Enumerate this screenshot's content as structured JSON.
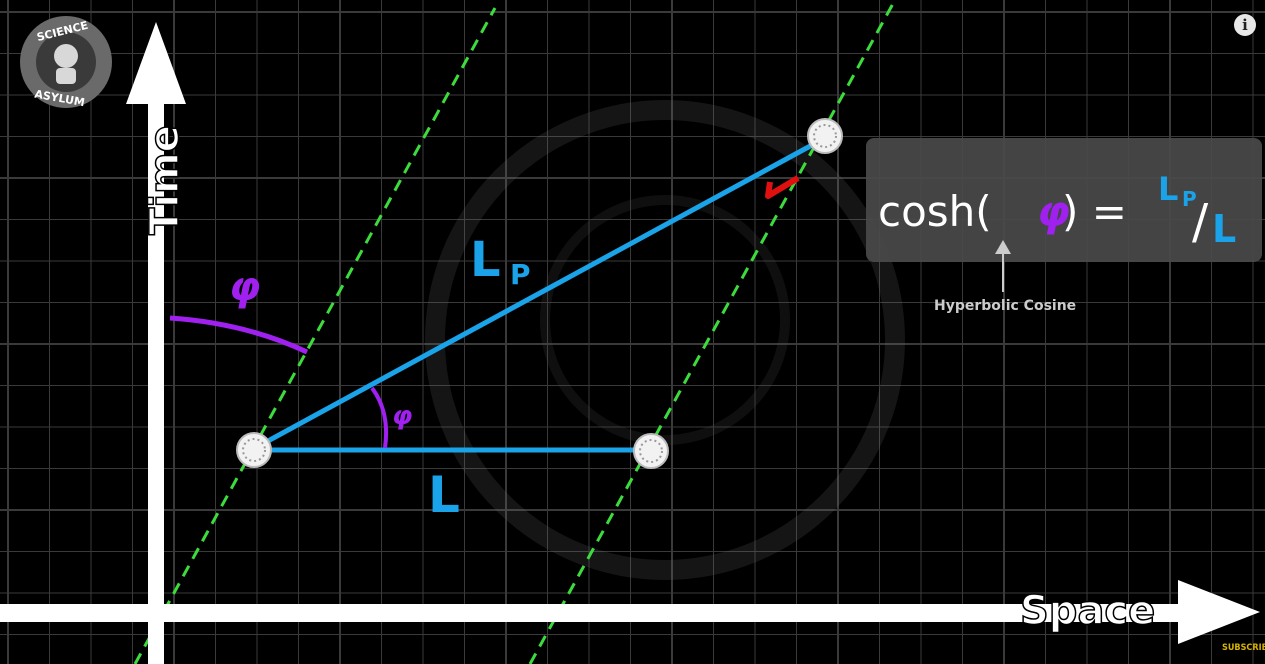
{
  "axes": {
    "time_label": "Time",
    "space_label": "Space"
  },
  "logo": {
    "line1": "SCIENCE",
    "line2": "ASYLUM"
  },
  "angle_symbol": "φ",
  "lengths": {
    "proper_main": "L",
    "proper_sub": "P",
    "contracted": "L"
  },
  "formula": {
    "prefix": "cosh(",
    "phi": "φ",
    "suffix": ") =",
    "num_main": "L",
    "num_sub": "P",
    "slash": "/",
    "den": "L",
    "annotation": "Hyperbolic Cosine"
  },
  "ui": {
    "info": "i",
    "subscribe": "SUBSCRIBE"
  },
  "colors": {
    "background": "#000000",
    "grid": "#3a3a3a",
    "axis": "#ffffff",
    "worldline": "#3ddc3d",
    "length": "#1aa3e8",
    "angle": "#a020f0",
    "velocity": "#e01010",
    "panel": "#4a4a4a"
  }
}
